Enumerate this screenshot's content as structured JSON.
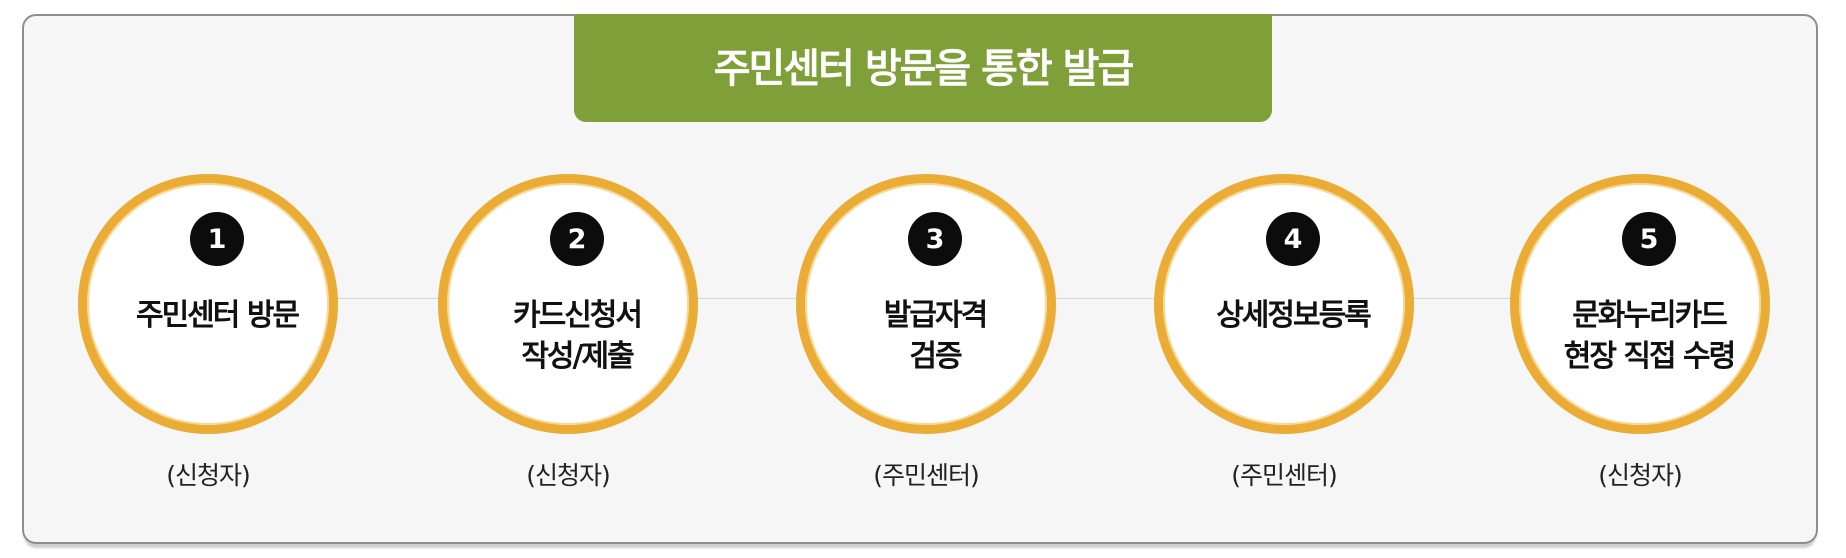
{
  "banner": {
    "title": "주민센터 방문을 통한 발급"
  },
  "colors": {
    "banner_green": "#7fa038",
    "ring_orange": "#eaac35",
    "badge_black": "#0c0c0c",
    "panel_bg": "#f6f6f6"
  },
  "steps": [
    {
      "number": "1",
      "title_line1": "주민센터 방문",
      "title_line2": "",
      "role": "(신청자)"
    },
    {
      "number": "2",
      "title_line1": "카드신청서",
      "title_line2": "작성/제출",
      "role": "(신청자)"
    },
    {
      "number": "3",
      "title_line1": "발급자격",
      "title_line2": "검증",
      "role": "(주민센터)"
    },
    {
      "number": "4",
      "title_line1": "상세정보등록",
      "title_line2": "",
      "role": "(주민센터)"
    },
    {
      "number": "5",
      "title_line1": "문화누리카드",
      "title_line2": "현장 직접 수령",
      "role": "(신청자)"
    }
  ]
}
